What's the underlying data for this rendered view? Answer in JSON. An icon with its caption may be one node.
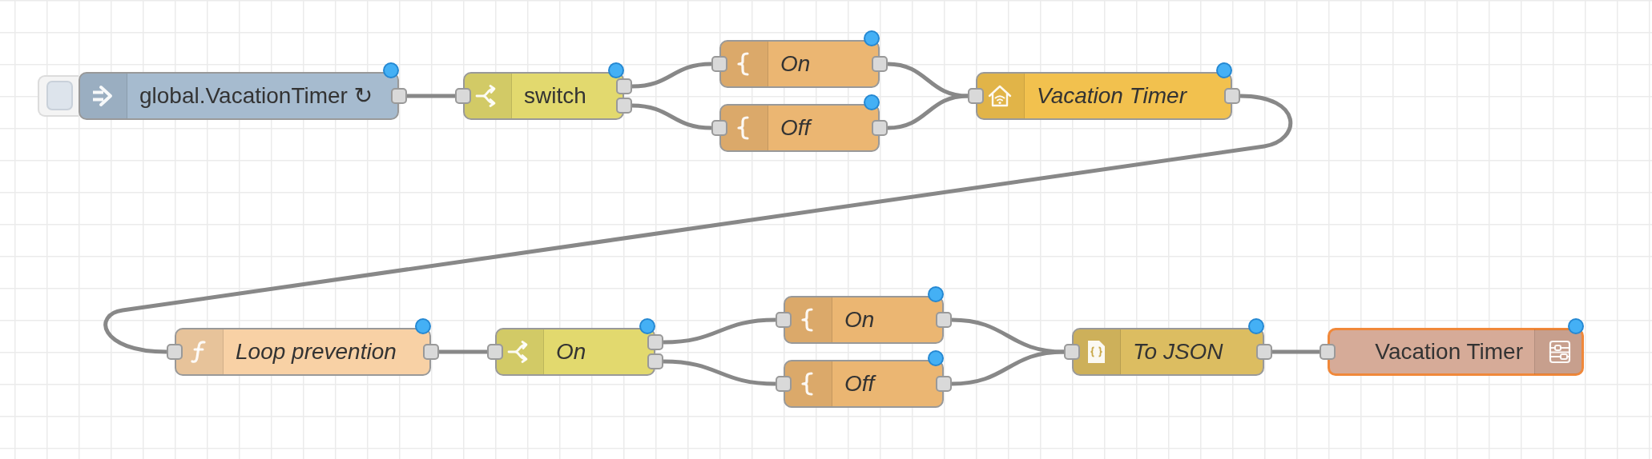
{
  "diagram": {
    "nodes": [
      {
        "text": [
          "global.VacationTimer ↻"
        ]
      },
      {
        "text": [
          "switch"
        ]
      },
      {
        "text": [
          "On"
        ]
      },
      {
        "text": [
          "Off"
        ]
      },
      {
        "text": [
          "Vacation Timer"
        ]
      },
      {
        "text": [
          "Loop prevention"
        ]
      },
      {
        "text": [
          "On"
        ]
      },
      {
        "text": [
          "On"
        ]
      },
      {
        "text": [
          "Off"
        ]
      },
      {
        "text": [
          "To JSON"
        ]
      },
      {
        "text": [
          "Vacation Timer"
        ]
      }
    ],
    "edges": [
      {
        "from": 0,
        "to": 1,
        "arrow": "none"
      },
      {
        "from": 1,
        "to": 2,
        "arrow": "none"
      },
      {
        "from": 1,
        "to": 3,
        "arrow": "none"
      },
      {
        "from": 2,
        "to": 4,
        "arrow": "none"
      },
      {
        "from": 3,
        "to": 4,
        "arrow": "none"
      },
      {
        "from": 4,
        "to": 5,
        "arrow": "none"
      },
      {
        "from": 5,
        "to": 6,
        "arrow": "none"
      },
      {
        "from": 6,
        "to": 7,
        "arrow": "none"
      },
      {
        "from": 6,
        "to": 8,
        "arrow": "none"
      },
      {
        "from": 7,
        "to": 9,
        "arrow": "none"
      },
      {
        "from": 8,
        "to": 9,
        "arrow": "none"
      },
      {
        "from": 9,
        "to": 10,
        "arrow": "none"
      }
    ]
  }
}
